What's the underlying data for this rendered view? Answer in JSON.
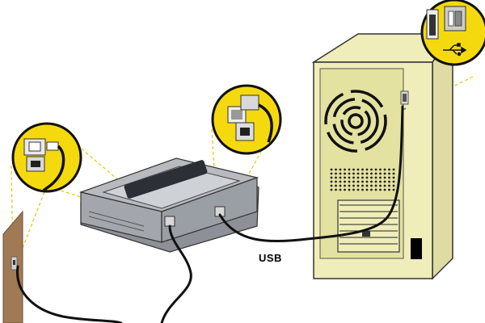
{
  "diagram": {
    "labels": {
      "usb_cable": "USB"
    },
    "modem_brand_text": "",
    "nodes": [
      {
        "id": "wall-phone-jack",
        "kind": "wall socket"
      },
      {
        "id": "dsl-modem",
        "kind": "modem"
      },
      {
        "id": "computer-tower",
        "kind": "computer"
      }
    ],
    "callouts": [
      {
        "id": "phone-line-port",
        "icon": "rj11-port-icon"
      },
      {
        "id": "modem-usb-port",
        "icon": "usb-b-port-icon"
      },
      {
        "id": "computer-usb-port",
        "icon": "usb-a-port-icon"
      }
    ],
    "colors": {
      "callout_fill": "#f5d90f",
      "tower_body": "#efedb9",
      "tower_panel": "#e4e2a0",
      "wall_plate": "#a07a55",
      "cable": "#111111",
      "leader_line": "#e8c400"
    }
  }
}
